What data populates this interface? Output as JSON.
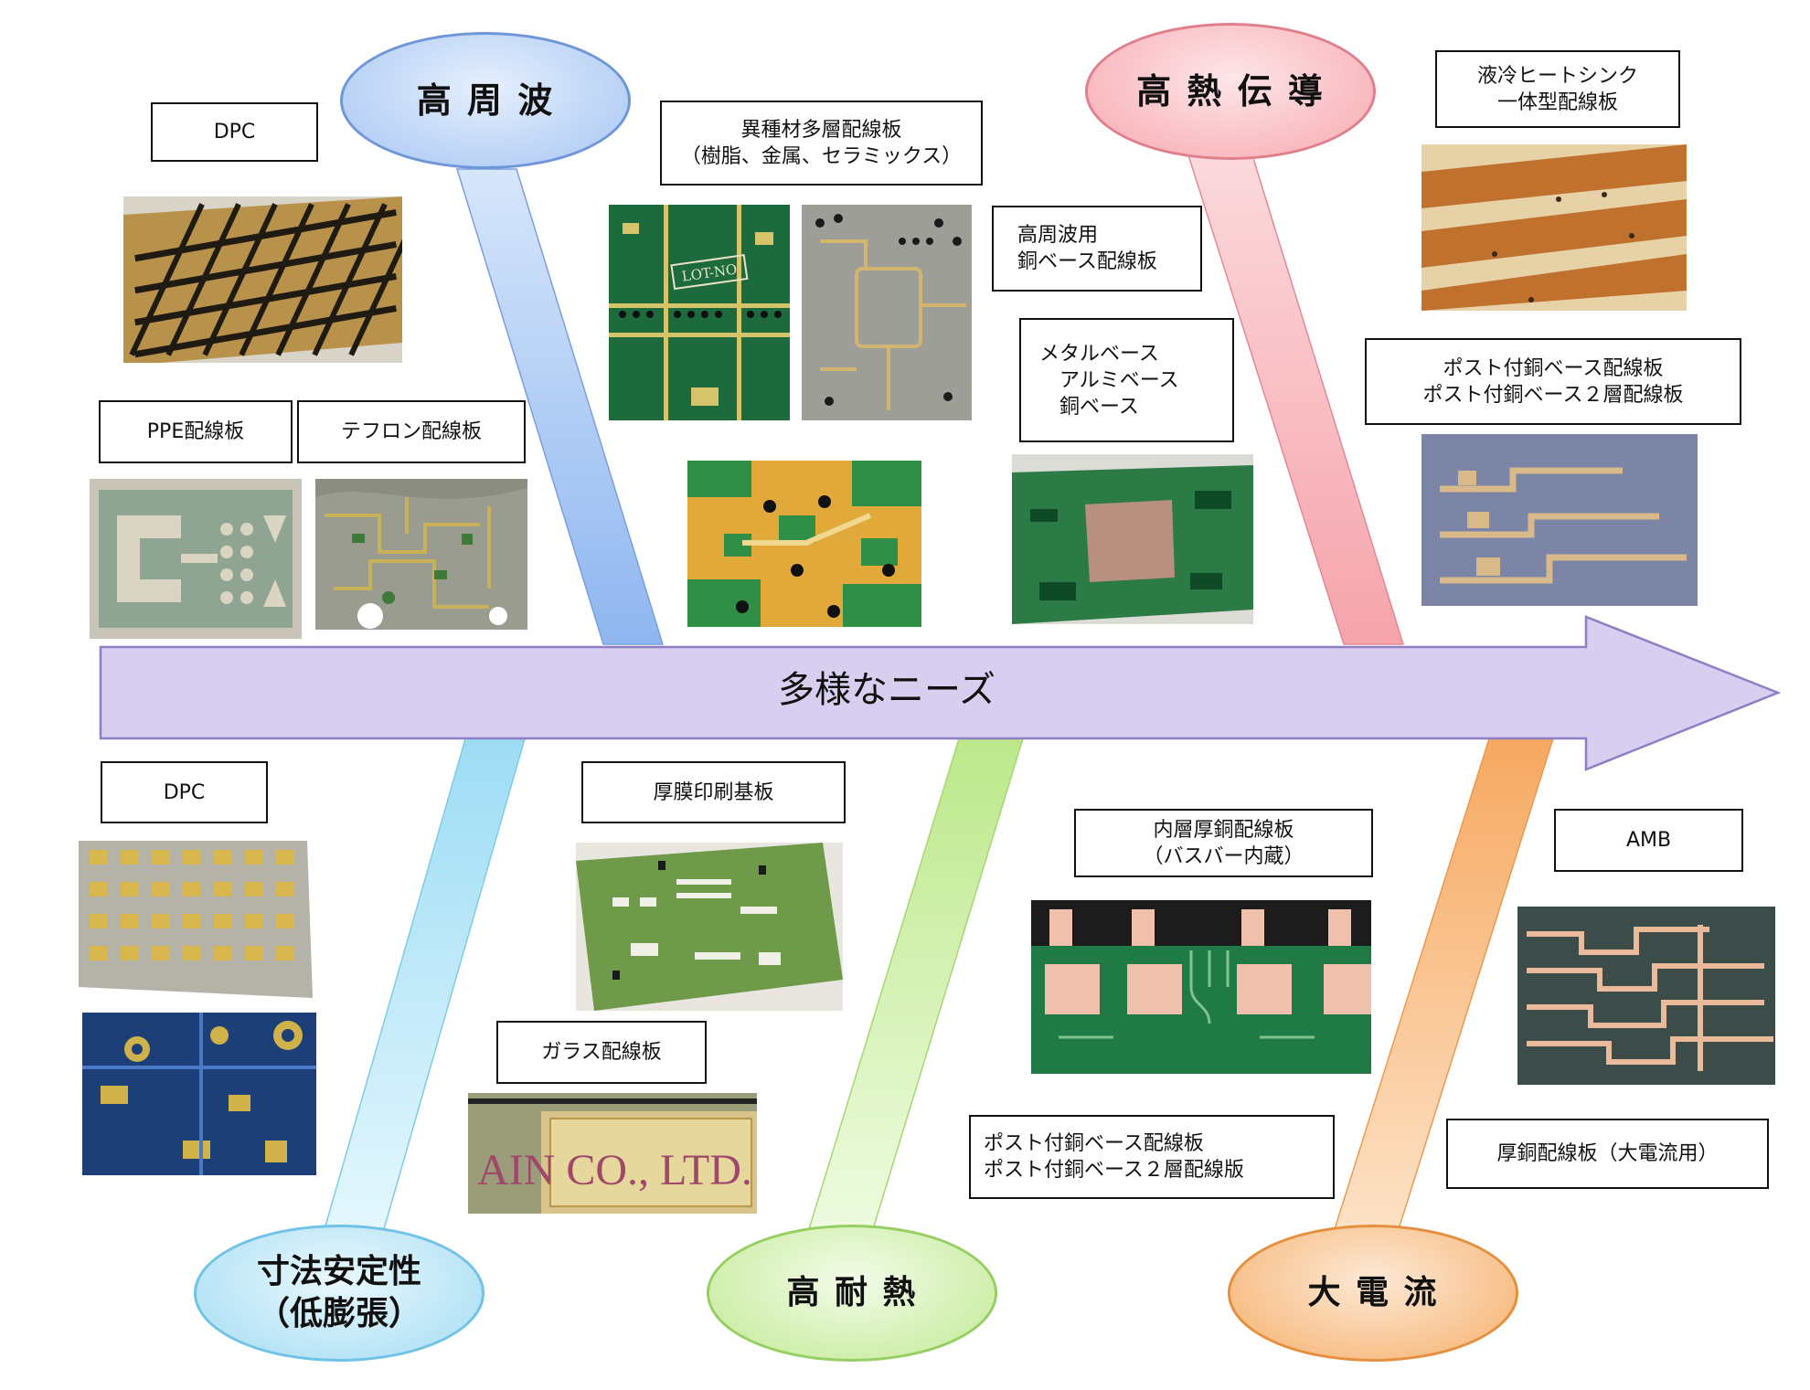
{
  "center_arrow": {
    "label": "多様なニーズ",
    "color": "#d8cff0"
  },
  "categories": {
    "high_frequency": "高 周 波",
    "high_thermal_conductivity": "高 熱 伝 導",
    "dimensional_stability": [
      "寸法安定性",
      "（低膨張）"
    ],
    "high_heat_resistance": "高 耐 熱",
    "high_current": "大 電 流"
  },
  "colors": {
    "blue": "#9fc3f2",
    "pink": "#f9b8be",
    "cyan": "#b8e6f8",
    "green": "#cdeea6",
    "orange": "#f8c089"
  },
  "labels": {
    "dpc_top": "DPC",
    "hetero_multilayer": [
      "異種材多層配線板",
      "（樹脂、金属、セラミックス）"
    ],
    "hf_copper_base": [
      "高周波用",
      "銅ベース配線板"
    ],
    "metal_base": [
      "メタルベース",
      "　アルミベース",
      "　銅ベース"
    ],
    "ppe_board": "PPE配線板",
    "teflon_board": "テフロン配線板",
    "liquid_heatsink": [
      "液冷ヒートシンク",
      "一体型配線板"
    ],
    "post_copper_top": [
      "ポスト付銅ベース配線板",
      "ポスト付銅ベース２層配線板"
    ],
    "dpc_bottom": "DPC",
    "thick_film": "厚膜印刷基板",
    "glass_board": "ガラス配線板",
    "inner_thick_copper": [
      "内層厚銅配線板",
      "（バスバー内蔵）"
    ],
    "post_copper_bottom": [
      "ポスト付銅ベース配線板",
      "ポスト付銅ベース２層配線版"
    ],
    "amb": "AMB",
    "thick_copper_high_current": "厚銅配線板（大電流用）"
  },
  "photo_text": {
    "lot_no": "LOT-NO",
    "glass_logo": "AIN CO., LTD."
  }
}
